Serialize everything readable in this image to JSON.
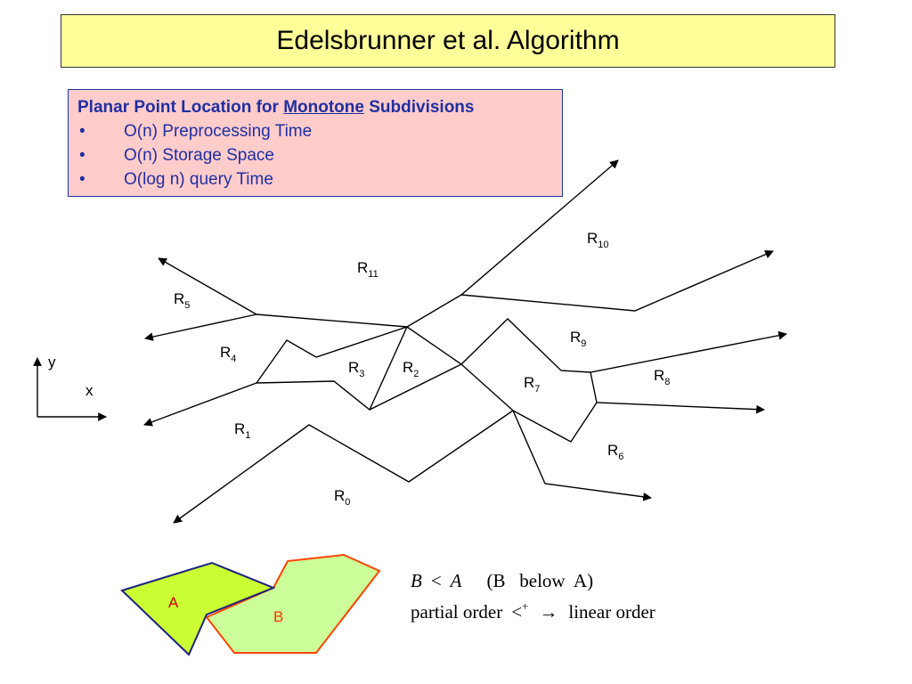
{
  "title": "Edelsbrunner et al. Algorithm",
  "info": {
    "heading_pre": "Planar Point Location for ",
    "heading_emph": "Monotone",
    "heading_post": " Subdivisions",
    "bullet_symbol": "•",
    "bullets": [
      "O(n) Preprocessing Time",
      "O(n) Storage Space",
      "O(log n) query Time"
    ]
  },
  "axes": {
    "y": "y",
    "x": "x"
  },
  "regions": [
    {
      "base": "R",
      "sub": "0"
    },
    {
      "base": "R",
      "sub": "1"
    },
    {
      "base": "R",
      "sub": "2"
    },
    {
      "base": "R",
      "sub": "3"
    },
    {
      "base": "R",
      "sub": "4"
    },
    {
      "base": "R",
      "sub": "5"
    },
    {
      "base": "R",
      "sub": "6"
    },
    {
      "base": "R",
      "sub": "7"
    },
    {
      "base": "R",
      "sub": "8"
    },
    {
      "base": "R",
      "sub": "9"
    },
    {
      "base": "R",
      "sub": "10"
    },
    {
      "base": "R",
      "sub": "11"
    }
  ],
  "polygons": {
    "a": {
      "label": "A",
      "fill": "#ccff33",
      "stroke": "#1a237e",
      "label_color": "#cc0000"
    },
    "b": {
      "label": "B",
      "fill": "#ccff99",
      "stroke": "#ff4400",
      "label_color": "#ff3300"
    }
  },
  "formulas": {
    "line1_b": "B",
    "line1_lt": "<",
    "line1_a": "A",
    "line1_note": "(B   below  A)",
    "line2_pre": "partial order",
    "line2_lt": "<",
    "line2_sup": "+",
    "line2_arrow": "→",
    "line2_post": "linear order"
  }
}
